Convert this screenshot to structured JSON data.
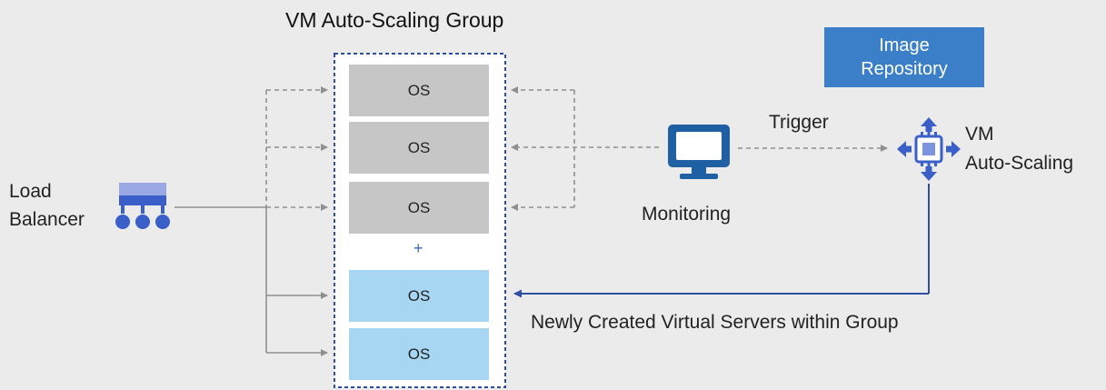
{
  "title": "VM Auto-Scaling Group",
  "load_balancer": {
    "line1": "Load",
    "line2": "Balancer"
  },
  "group_servers": [
    {
      "label": "OS",
      "state": "existing"
    },
    {
      "label": "OS",
      "state": "existing"
    },
    {
      "label": "OS",
      "state": "existing"
    },
    {
      "label": "OS",
      "state": "new"
    },
    {
      "label": "OS",
      "state": "new"
    }
  ],
  "plus_sign": "+",
  "monitoring": "Monitoring",
  "trigger": "Trigger",
  "image_repository": {
    "line1": "Image",
    "line2": "Repository"
  },
  "vm_auto_scaling": {
    "line1": "VM",
    "line2": "Auto-Scaling"
  },
  "new_servers_note": "Newly Created Virtual Servers within Group",
  "colors": {
    "background": "#ebebeb",
    "existing_server": "#c6c6c6",
    "new_server": "#a6d6f2",
    "repository": "#3b7fc8",
    "group_border": "#2f4f9e",
    "arrow_gray": "#8f8f8f",
    "arrow_blue": "#2f4fa0",
    "monitor_icon": "#1f5fa3",
    "load_balancer_icon": "#3a5fc8"
  }
}
